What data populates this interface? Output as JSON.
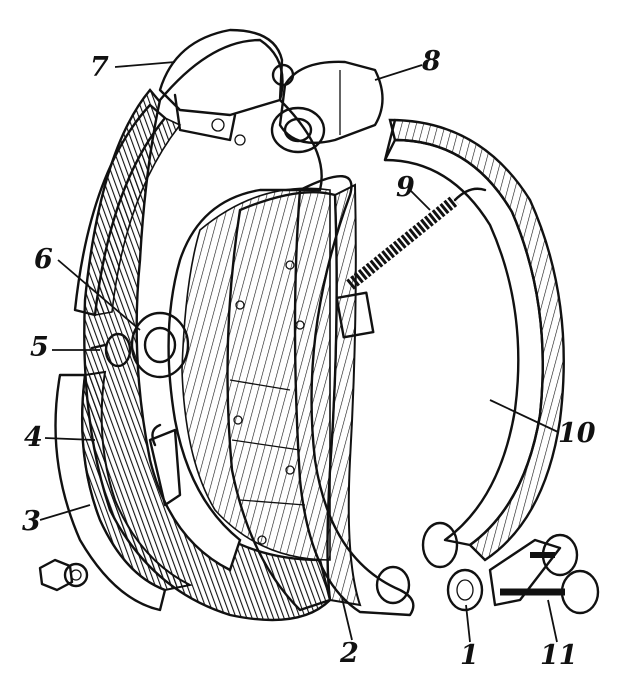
{
  "labels": {
    "l1": "1",
    "l2": "2",
    "l3": "3",
    "l4": "4",
    "l5": "5",
    "l6": "6",
    "l7": "7",
    "l8": "8",
    "l9": "9",
    "l10": "10",
    "l11": "11"
  },
  "colors": {
    "ink": "#111111",
    "paper": "#ffffff"
  }
}
